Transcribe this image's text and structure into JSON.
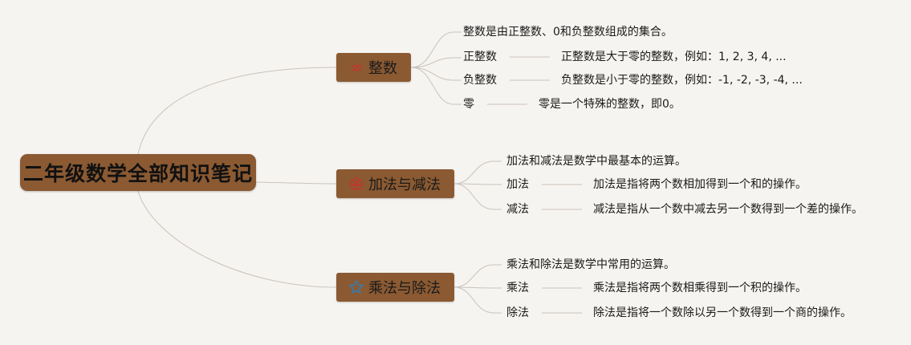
{
  "root": {
    "title": "二年级数学全部知识笔记"
  },
  "topics": [
    {
      "label": "整数",
      "icon": "trophy-icon",
      "icon_color": "#c8322e",
      "summary": "整数是由正整数、0和负整数组成的集合。",
      "items": [
        {
          "term": "正整数",
          "desc": "正整数是大于零的整数，例如：1, 2, 3, 4, ..."
        },
        {
          "term": "负整数",
          "desc": "负整数是小于零的整数，例如：-1, -2, -3, -4, ..."
        },
        {
          "term": "零",
          "desc": "零是一个特殊的整数，即0。"
        }
      ]
    },
    {
      "label": "加法与减法",
      "icon": "flower-icon",
      "icon_color": "#c8322e",
      "summary": "加法和减法是数学中最基本的运算。",
      "items": [
        {
          "term": "加法",
          "desc": "加法是指将两个数相加得到一个和的操作。"
        },
        {
          "term": "减法",
          "desc": "减法是指从一个数中减去另一个数得到一个差的操作。"
        }
      ]
    },
    {
      "label": "乘法与除法",
      "icon": "star-icon",
      "icon_color": "#2f7fb8",
      "summary": "乘法和除法是数学中常用的运算。",
      "items": [
        {
          "term": "乘法",
          "desc": "乘法是指将两个数相乘得到一个积的操作。"
        },
        {
          "term": "除法",
          "desc": "除法是指将一个数除以另一个数得到一个商的操作。"
        }
      ]
    }
  ],
  "colors": {
    "node_fill": "#8b5a32",
    "line": "#c9c2bb",
    "background": "#f6f4f1"
  }
}
